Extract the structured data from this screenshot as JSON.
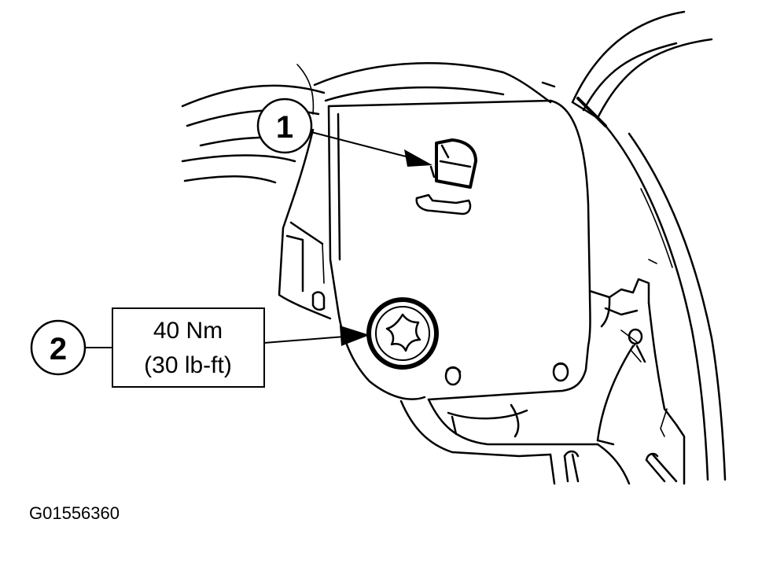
{
  "callouts": [
    {
      "number": "1"
    },
    {
      "number": "2"
    }
  ],
  "torque_spec": {
    "line1": "40 Nm",
    "line2": "(30 lb-ft)"
  },
  "figure_id": "G01556360",
  "colors": {
    "ink": "#000000",
    "background": "#ffffff"
  }
}
